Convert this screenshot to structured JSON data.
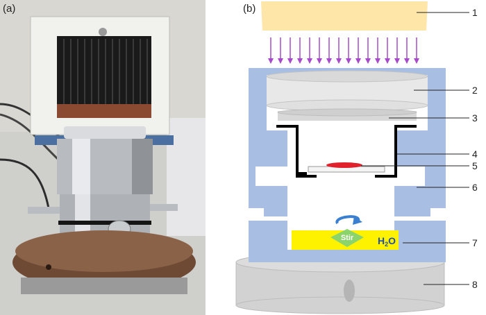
{
  "panels": {
    "a_label": "(a)",
    "b_label": "(b)"
  },
  "diagram": {
    "callouts": [
      "1",
      "2",
      "3",
      "4",
      "5",
      "6",
      "7",
      "8"
    ],
    "stir_label": "Stir",
    "water_label_main": "H",
    "water_label_sub": "2",
    "water_label_end": "O"
  },
  "colors": {
    "light_source": "#fde6a8",
    "arrows": "#a64ac9",
    "chamber_wall": "#a9bee3",
    "window": "#e2e2e2",
    "holder": "#000000",
    "sample": "#e0202a",
    "water": "#fff200",
    "stir": "#8bd36b",
    "stand": "#d2d2d2",
    "water_text": "#1f4fa8"
  }
}
